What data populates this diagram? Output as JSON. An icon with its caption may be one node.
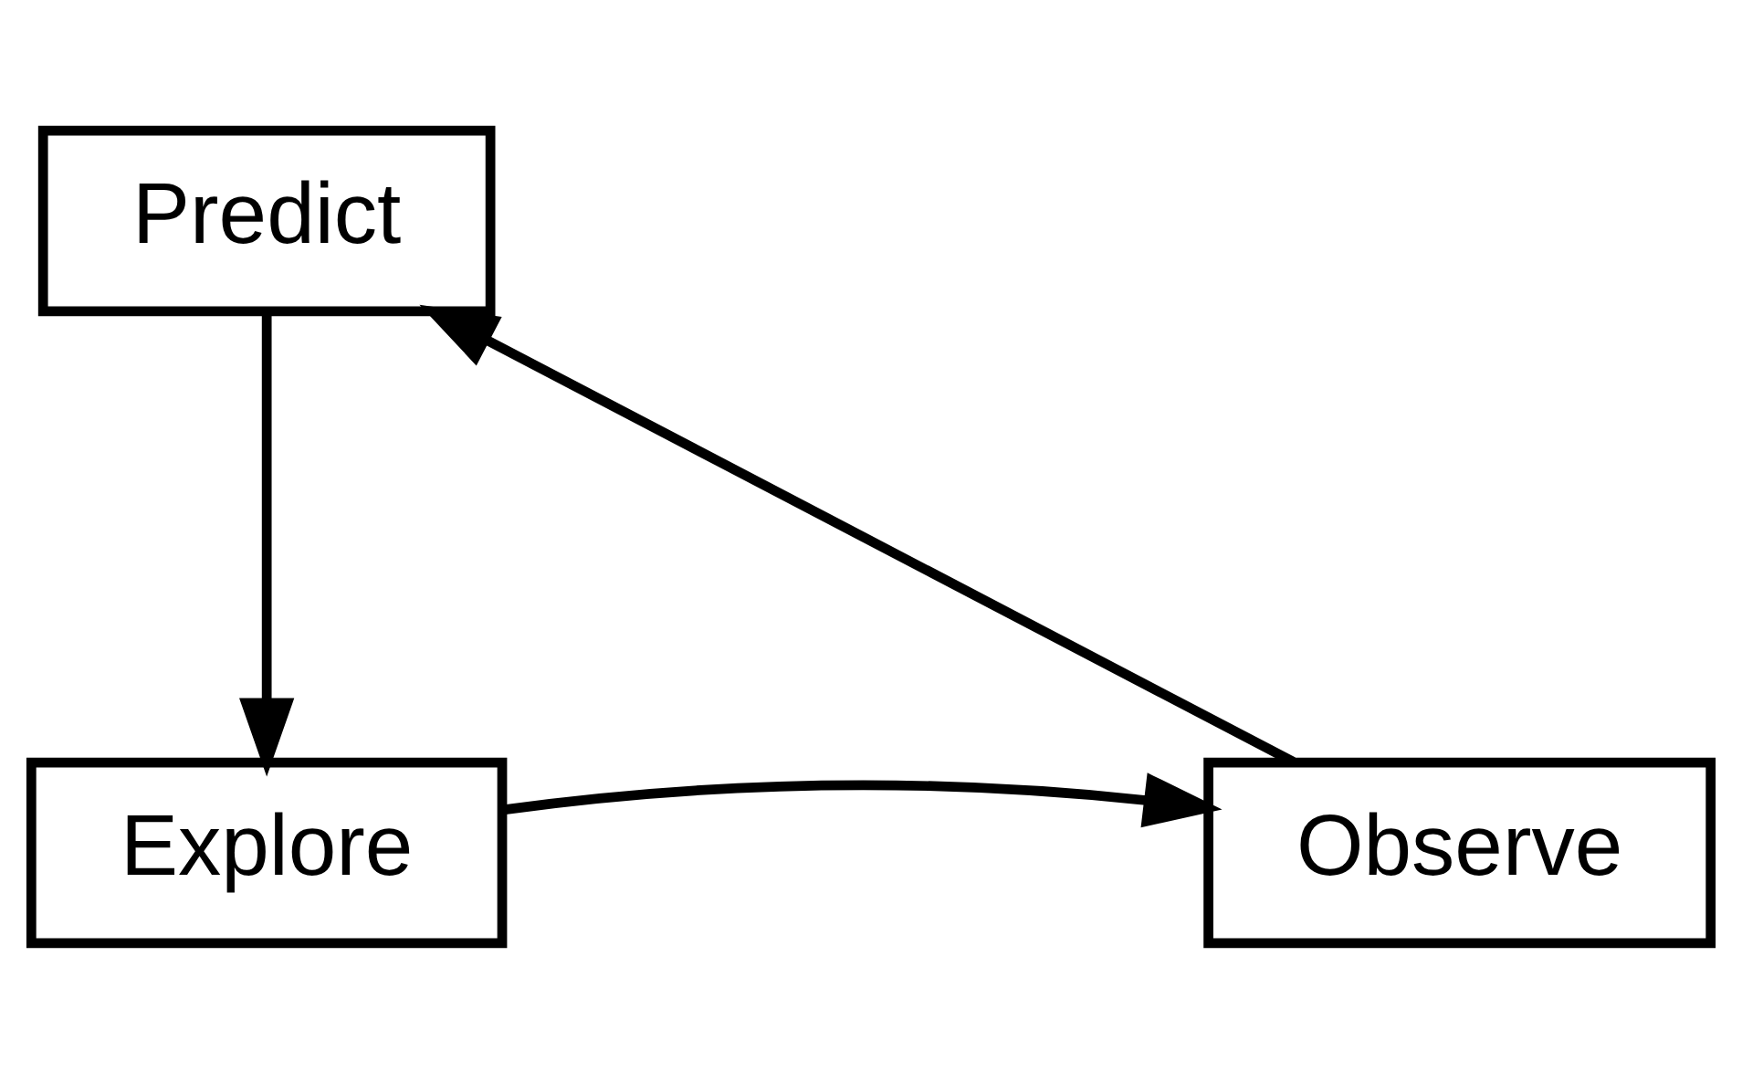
{
  "diagram": {
    "nodes": [
      {
        "text": [
          "Predict"
        ]
      },
      {
        "text": [
          "Explore"
        ]
      },
      {
        "text": [
          "Observe"
        ]
      }
    ],
    "edges": [
      {
        "from": 0,
        "to": 1,
        "arrow": "to"
      },
      {
        "from": 1,
        "to": 2,
        "arrow": "to"
      },
      {
        "from": 2,
        "to": 0,
        "arrow": "to"
      }
    ]
  }
}
